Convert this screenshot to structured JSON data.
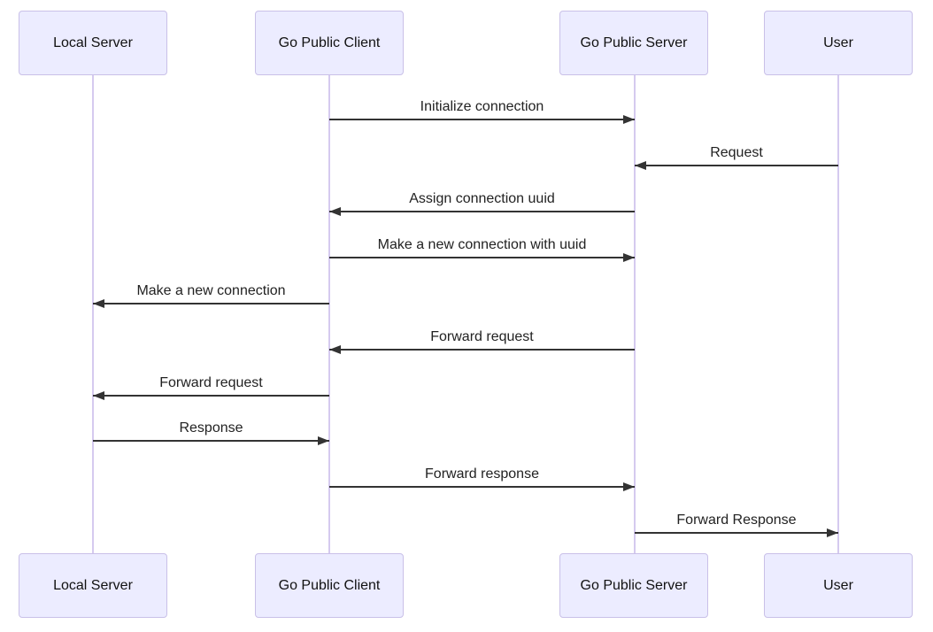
{
  "diagram": {
    "type": "sequence-diagram",
    "actors": [
      {
        "id": "local-server",
        "label": "Local Server"
      },
      {
        "id": "go-public-client",
        "label": "Go Public Client"
      },
      {
        "id": "go-public-server",
        "label": "Go Public Server"
      },
      {
        "id": "user",
        "label": "User"
      }
    ],
    "messages": [
      {
        "label": "Initialize connection",
        "from": "Go Public Client",
        "to": "Go Public Server",
        "direction": "right"
      },
      {
        "label": "Request",
        "from": "User",
        "to": "Go Public Server",
        "direction": "left"
      },
      {
        "label": "Assign connection uuid",
        "from": "Go Public Server",
        "to": "Go Public Client",
        "direction": "left"
      },
      {
        "label": "Make a new connection with uuid",
        "from": "Go Public Client",
        "to": "Go Public Server",
        "direction": "right"
      },
      {
        "label": "Make a new connection",
        "from": "Go Public Client",
        "to": "Local Server",
        "direction": "left"
      },
      {
        "label": "Forward request",
        "from": "Go Public Server",
        "to": "Go Public Client",
        "direction": "left"
      },
      {
        "label": "Forward request",
        "from": "Go Public Client",
        "to": "Local Server",
        "direction": "left"
      },
      {
        "label": "Response",
        "from": "Local Server",
        "to": "Go Public Client",
        "direction": "right"
      },
      {
        "label": "Forward response",
        "from": "Go Public Client",
        "to": "Go Public Server",
        "direction": "right"
      },
      {
        "label": "Forward Response",
        "from": "Go Public Server",
        "to": "User",
        "direction": "right"
      }
    ],
    "colors": {
      "background": "#ffffff",
      "actor_fill": "#ececff",
      "actor_border": "#c9c0e8",
      "lifeline": "#d5caef",
      "arrow": "#333333",
      "text": "#222222"
    }
  }
}
